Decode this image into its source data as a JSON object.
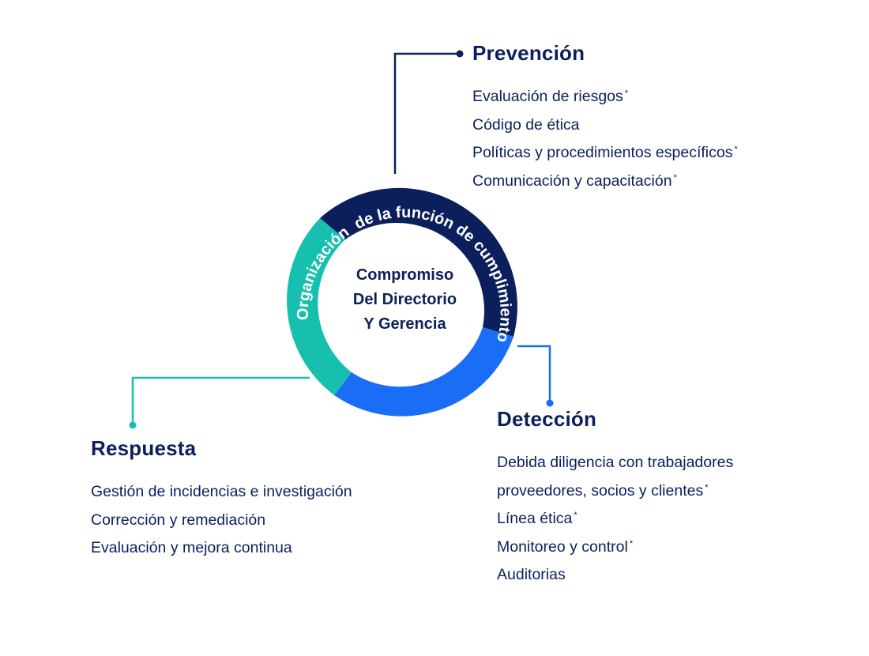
{
  "center": {
    "lines": [
      "Compromiso",
      "Del Directorio",
      "Y Gerencia"
    ]
  },
  "ring": {
    "label": "Organización  de la función de cumplimiento",
    "colors": {
      "navy": "#0b1f5c",
      "teal": "#17c0ae",
      "blue": "#1a6ef5"
    }
  },
  "prevencion": {
    "title": "Prevención",
    "items": [
      {
        "text": "Evaluación de riesgos",
        "mark": "*"
      },
      {
        "text": "Código de ética",
        "mark": ""
      },
      {
        "text": "Políticas y procedimientos específicos",
        "mark": "*"
      },
      {
        "text": "Comunicación y capacitación",
        "mark": "*"
      }
    ]
  },
  "respuesta": {
    "title": "Respuesta",
    "items": [
      {
        "text": "Gestión de incidencias e investigación",
        "mark": ""
      },
      {
        "text": "Corrección y remediación",
        "mark": ""
      },
      {
        "text": "Evaluación y mejora continua",
        "mark": ""
      }
    ]
  },
  "deteccion": {
    "title": "Detección",
    "items": [
      {
        "text": "Debida diligencia con trabajadores",
        "mark": ""
      },
      {
        "text": "proveedores, socios y clientes",
        "mark": "*"
      },
      {
        "text": "Línea ética",
        "mark": "*"
      },
      {
        "text": "Monitoreo y control",
        "mark": "*"
      },
      {
        "text": "Auditorias",
        "mark": ""
      }
    ]
  }
}
